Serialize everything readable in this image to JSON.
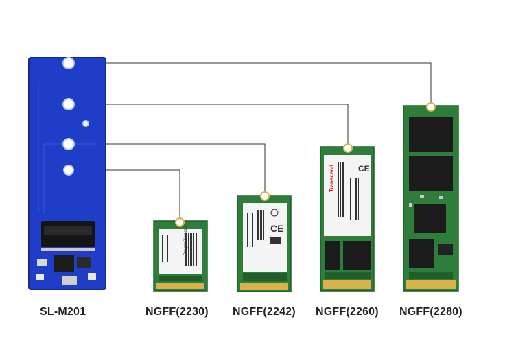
{
  "colors": {
    "adapter_board": "#1e3ec8",
    "ssd_pcb": "#2f7d3a",
    "ssd_pcb_dark": "#1f5e2a",
    "gold_contacts": "#d9b24a",
    "leader_line": "#333333",
    "label_sticker": "#f4f4f4",
    "nand_chip": "#1b1b1b"
  },
  "items": [
    {
      "id": "adapter",
      "caption": "SL-M201",
      "type": "adapter-board"
    },
    {
      "id": "ssd-2230",
      "caption": "NGFF(2230)",
      "type": "m2-ssd",
      "sticker_text": "DragonDiamond"
    },
    {
      "id": "ssd-2242",
      "caption": "NGFF(2242)",
      "type": "m2-ssd"
    },
    {
      "id": "ssd-2260",
      "caption": "NGFF(2260)",
      "type": "m2-ssd",
      "sticker_text": "Transcend"
    },
    {
      "id": "ssd-2280",
      "caption": "NGFF(2280)",
      "type": "m2-ssd"
    }
  ]
}
